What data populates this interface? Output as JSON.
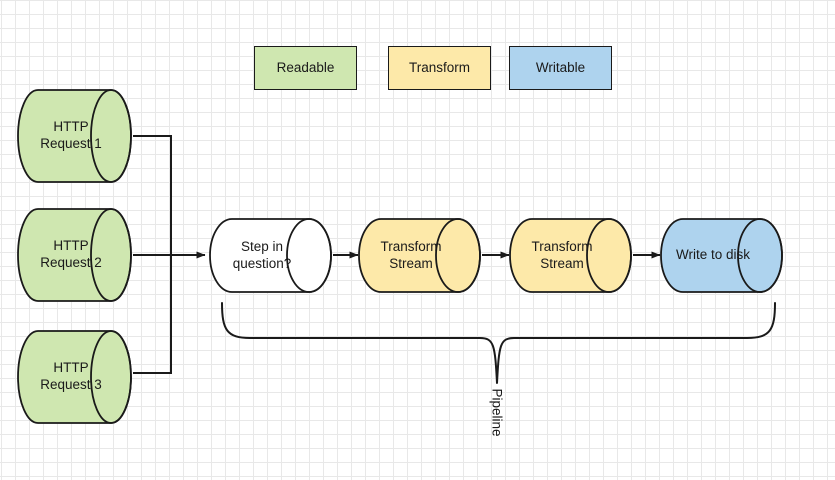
{
  "diagram": {
    "title": "Node.js stream pipeline diagram",
    "background": {
      "grid_minor_color": "#e8e8e8",
      "grid_major_color": "#d0d0d0",
      "page_color": "#ffffff"
    },
    "colors": {
      "readable_fill": "#cfe7b0",
      "transform_fill": "#fde9a9",
      "writable_fill": "#aed3ee",
      "plain_fill": "#ffffff",
      "stroke": "#1a1a1a"
    },
    "legend": {
      "name": "stream-type-legend",
      "items": [
        {
          "label": "Readable",
          "fill": "#cfe7b0"
        },
        {
          "label": "Transform",
          "fill": "#fde9a9"
        },
        {
          "label": "Writable",
          "fill": "#aed3ee"
        }
      ]
    },
    "sources": [
      {
        "label": "HTTP\nRequest 1",
        "fill": "#cfe7b0",
        "type": "Readable"
      },
      {
        "label": "HTTP\nRequest 2",
        "fill": "#cfe7b0",
        "type": "Readable"
      },
      {
        "label": "HTTP\nRequest 3",
        "fill": "#cfe7b0",
        "type": "Readable"
      }
    ],
    "pipeline_nodes": [
      {
        "label": "Step in\nquestion?",
        "fill": "#ffffff",
        "type": "Unknown"
      },
      {
        "label": "Transform\nStream",
        "fill": "#fde9a9",
        "type": "Transform"
      },
      {
        "label": "Transform\nStream",
        "fill": "#fde9a9",
        "type": "Transform"
      },
      {
        "label": "Write to disk",
        "fill": "#aed3ee",
        "type": "Writable"
      }
    ],
    "brace": {
      "label": "Pipeline",
      "orientation": "vertical-text"
    }
  }
}
